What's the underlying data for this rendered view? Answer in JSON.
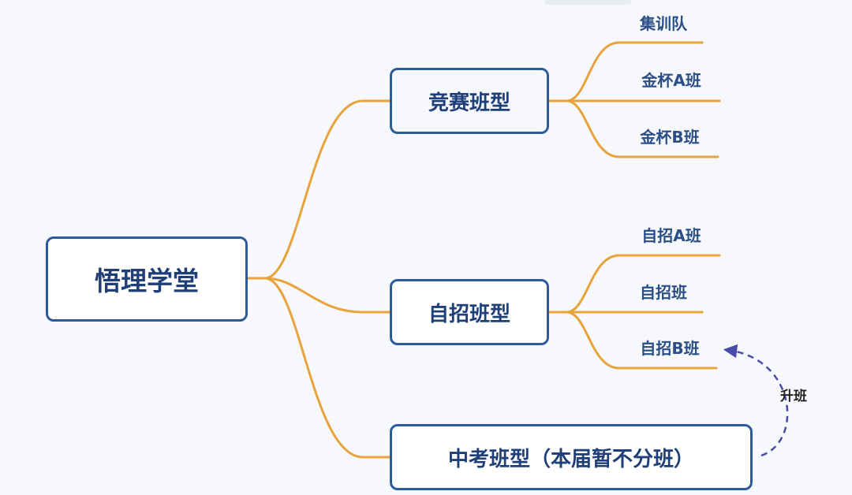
{
  "mindmap": {
    "root": "悟理学堂",
    "categories": [
      {
        "label": "竞赛班型",
        "leaves": [
          "集训队",
          "金杯A班",
          "金杯B班"
        ]
      },
      {
        "label": "自招班型",
        "leaves": [
          "自招A班",
          "自招班",
          "自招B班"
        ]
      },
      {
        "label": "中考班型（本届暂不分班）",
        "leaves": []
      }
    ],
    "upgrade_label": "升班"
  },
  "colors": {
    "connector": "#e8a33c",
    "node_border": "#2c5a9c",
    "node_text": "#1f3f78",
    "arrow": "#4a4aa8"
  }
}
